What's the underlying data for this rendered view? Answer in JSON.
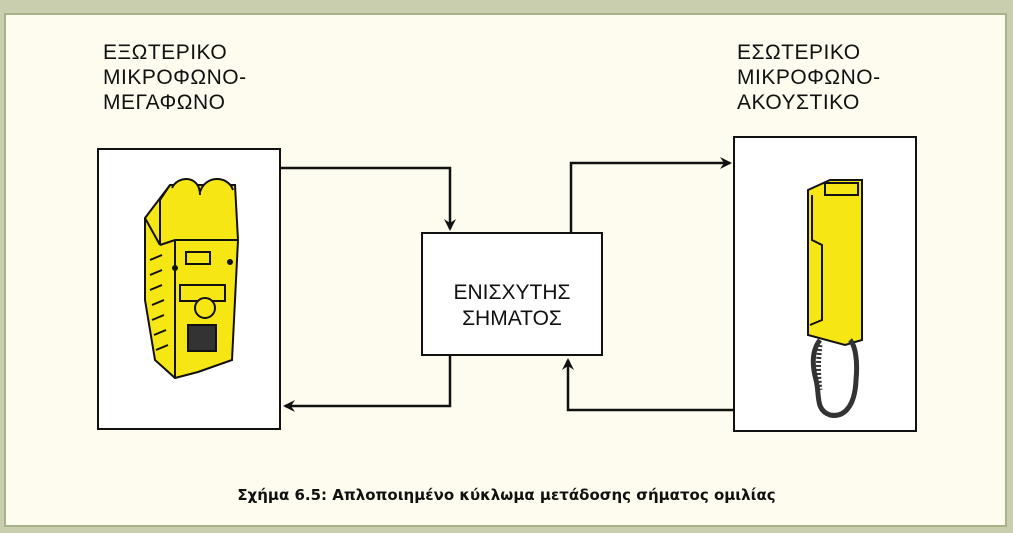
{
  "left_device": {
    "label_lines": [
      "ΕΞΩΤΕΡΙΚΟ",
      "ΜΙΚΡΟΦΩΝΟ-",
      "ΜΕΓΑΦΩΝΟ"
    ]
  },
  "right_device": {
    "label_lines": [
      "ΕΣΩΤΕΡΙΚΟ",
      "ΜΙΚΡΟΦΩΝΟ-",
      "ΑΚΟΥΣΤΙΚΟ"
    ]
  },
  "amplifier": {
    "label_lines": [
      "ΕΝΙΣΧΥΤΗΣ",
      "ΣΗΜΑΤΟΣ"
    ]
  },
  "caption": "Σχήμα 6.5: Απλοποιημένο κύκλωμα μετάδοσης σήματος ομιλίας",
  "colors": {
    "device_fill": "#f5e614",
    "background_frame": "#c9cfae",
    "panel": "#fdfcee",
    "line": "#111111"
  }
}
